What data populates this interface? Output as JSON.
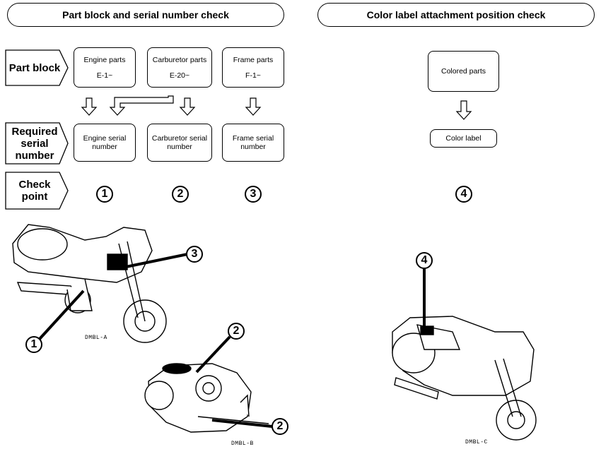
{
  "headers": {
    "left": "Part block and serial number check",
    "right": "Color label attachment position check"
  },
  "row_labels": {
    "part_block": "Part block",
    "required_serial": [
      "Required",
      "serial",
      "number"
    ],
    "check_point": [
      "Check",
      "point"
    ]
  },
  "part_blocks": [
    {
      "name": "Engine parts",
      "code": "E-1~"
    },
    {
      "name": "Carburetor parts",
      "code": "E-20~"
    },
    {
      "name": "Frame parts",
      "code": "F-1~"
    }
  ],
  "serial_numbers": [
    [
      "Engine serial",
      "number"
    ],
    [
      "Carburetor serial",
      "number"
    ],
    [
      "Frame serial",
      "number"
    ]
  ],
  "check_points": [
    "1",
    "2",
    "3"
  ],
  "color_flow": {
    "colored_parts": "Colored parts",
    "color_label": "Color label",
    "check_point": "4"
  },
  "figures": {
    "a": {
      "caption": "DMBL-A",
      "callouts": [
        "1",
        "3"
      ]
    },
    "b": {
      "caption": "DMBL-B",
      "callouts": [
        "2",
        "2"
      ]
    },
    "c": {
      "caption": "DMBL-C",
      "callouts": [
        "4"
      ]
    }
  }
}
